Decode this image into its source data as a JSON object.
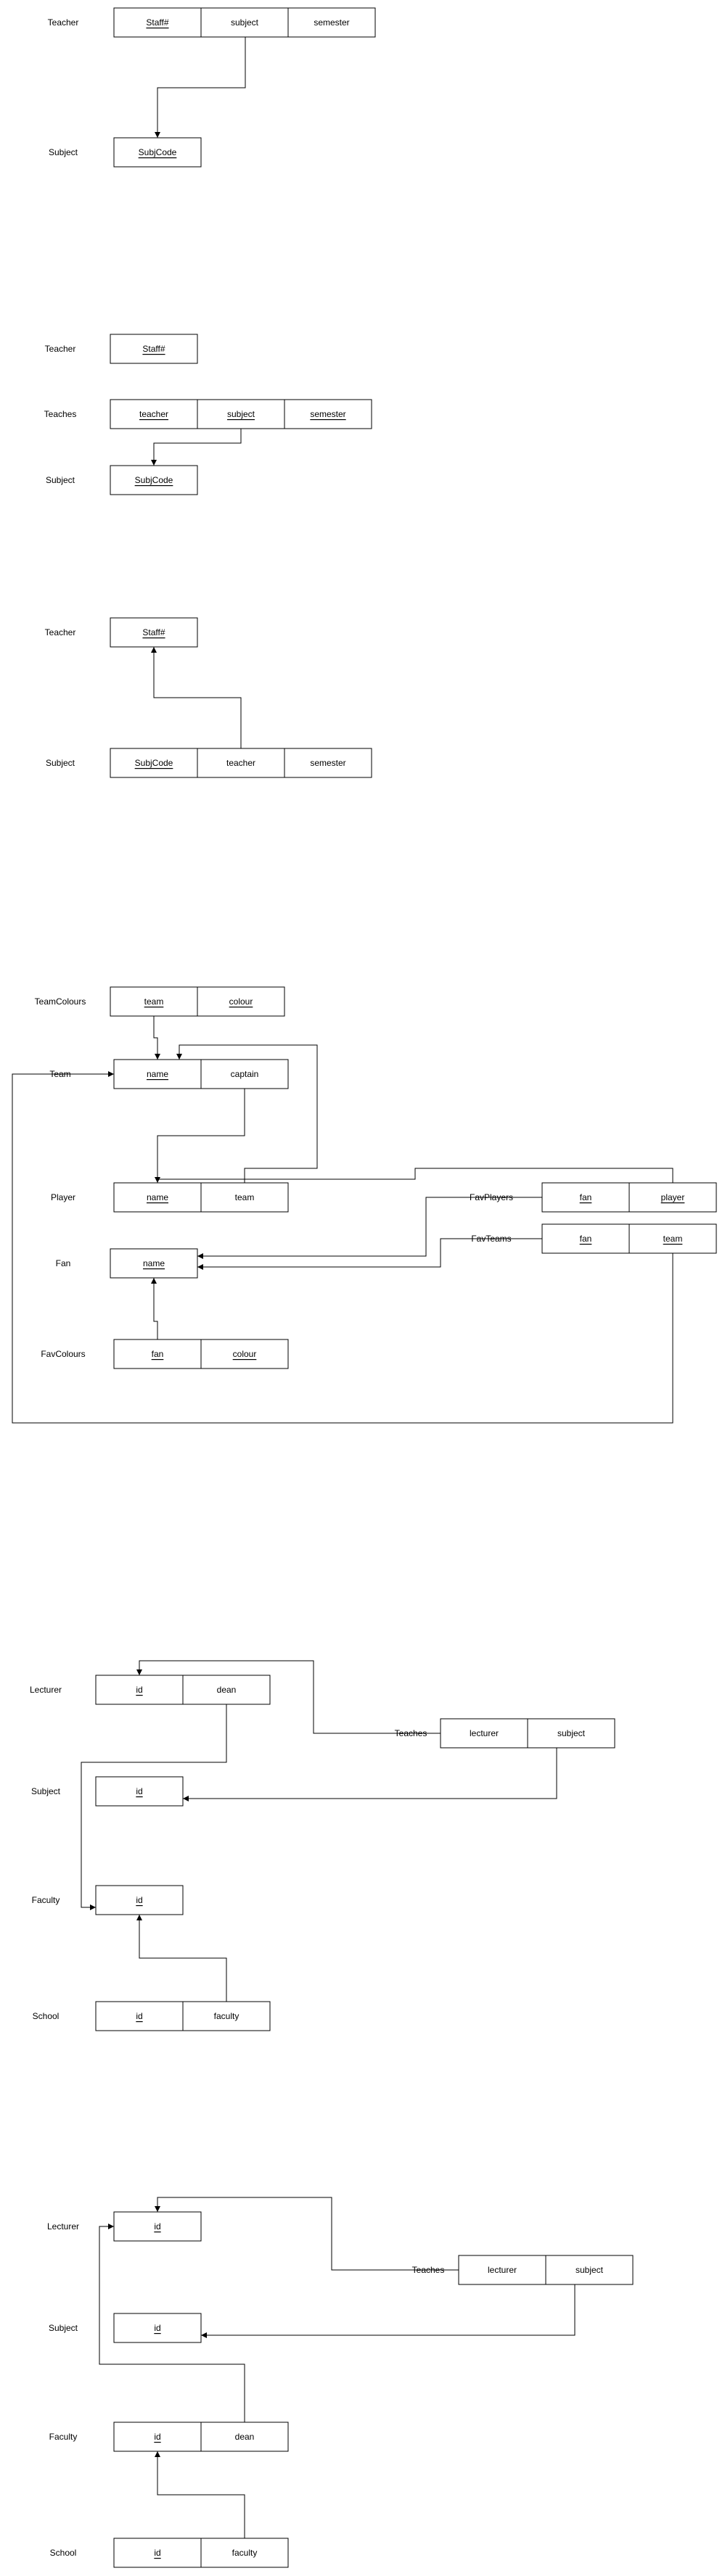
{
  "sections": [
    {
      "relations": [
        {
          "name": "Teacher",
          "fields": [
            {
              "text": "Staff#",
              "key": true
            },
            {
              "text": "subject",
              "key": false
            },
            {
              "text": "semester",
              "key": false
            }
          ]
        },
        {
          "name": "Subject",
          "fields": [
            {
              "text": "SubjCode",
              "key": true
            }
          ]
        }
      ]
    },
    {
      "relations": [
        {
          "name": "Teacher",
          "fields": [
            {
              "text": "Staff#",
              "key": true
            }
          ]
        },
        {
          "name": "Teaches",
          "fields": [
            {
              "text": "teacher",
              "key": true
            },
            {
              "text": "subject",
              "key": true
            },
            {
              "text": "semester",
              "key": true
            }
          ]
        },
        {
          "name": "Subject",
          "fields": [
            {
              "text": "SubjCode",
              "key": true
            }
          ]
        }
      ]
    },
    {
      "relations": [
        {
          "name": "Teacher",
          "fields": [
            {
              "text": "Staff#",
              "key": true
            }
          ]
        },
        {
          "name": "Subject",
          "fields": [
            {
              "text": "SubjCode",
              "key": true
            },
            {
              "text": "teacher",
              "key": false
            },
            {
              "text": "semester",
              "key": false
            }
          ]
        }
      ]
    },
    {
      "relations": [
        {
          "name": "TeamColours",
          "fields": [
            {
              "text": "team",
              "key": true
            },
            {
              "text": "colour",
              "key": true
            }
          ]
        },
        {
          "name": "Team",
          "fields": [
            {
              "text": "name",
              "key": true
            },
            {
              "text": "captain",
              "key": false
            }
          ]
        },
        {
          "name": "Player",
          "fields": [
            {
              "text": "name",
              "key": true
            },
            {
              "text": "team",
              "key": false
            }
          ]
        },
        {
          "name": "FavPlayers",
          "fields": [
            {
              "text": "fan",
              "key": true
            },
            {
              "text": "player",
              "key": true
            }
          ]
        },
        {
          "name": "Fan",
          "fields": [
            {
              "text": "name",
              "key": true
            }
          ]
        },
        {
          "name": "FavTeams",
          "fields": [
            {
              "text": "fan",
              "key": true
            },
            {
              "text": "team",
              "key": true
            }
          ]
        },
        {
          "name": "FavColours",
          "fields": [
            {
              "text": "fan",
              "key": true
            },
            {
              "text": "colour",
              "key": true
            }
          ]
        }
      ]
    },
    {
      "relations": [
        {
          "name": "Lecturer",
          "fields": [
            {
              "text": "id",
              "key": true
            },
            {
              "text": "dean",
              "key": false
            }
          ]
        },
        {
          "name": "Teaches",
          "fields": [
            {
              "text": "lecturer",
              "key": false
            },
            {
              "text": "subject",
              "key": false
            }
          ]
        },
        {
          "name": "Subject",
          "fields": [
            {
              "text": "id",
              "key": true
            }
          ]
        },
        {
          "name": "Faculty",
          "fields": [
            {
              "text": "id",
              "key": true
            }
          ]
        },
        {
          "name": "School",
          "fields": [
            {
              "text": "id",
              "key": true
            },
            {
              "text": "faculty",
              "key": false
            }
          ]
        }
      ]
    },
    {
      "relations": [
        {
          "name": "Lecturer",
          "fields": [
            {
              "text": "id",
              "key": true
            }
          ]
        },
        {
          "name": "Teaches",
          "fields": [
            {
              "text": "lecturer",
              "key": false
            },
            {
              "text": "subject",
              "key": false
            }
          ]
        },
        {
          "name": "Subject",
          "fields": [
            {
              "text": "id",
              "key": true
            }
          ]
        },
        {
          "name": "Faculty",
          "fields": [
            {
              "text": "id",
              "key": true
            },
            {
              "text": "dean",
              "key": false
            }
          ]
        },
        {
          "name": "School",
          "fields": [
            {
              "text": "id",
              "key": true
            },
            {
              "text": "faculty",
              "key": false
            }
          ]
        }
      ]
    }
  ]
}
